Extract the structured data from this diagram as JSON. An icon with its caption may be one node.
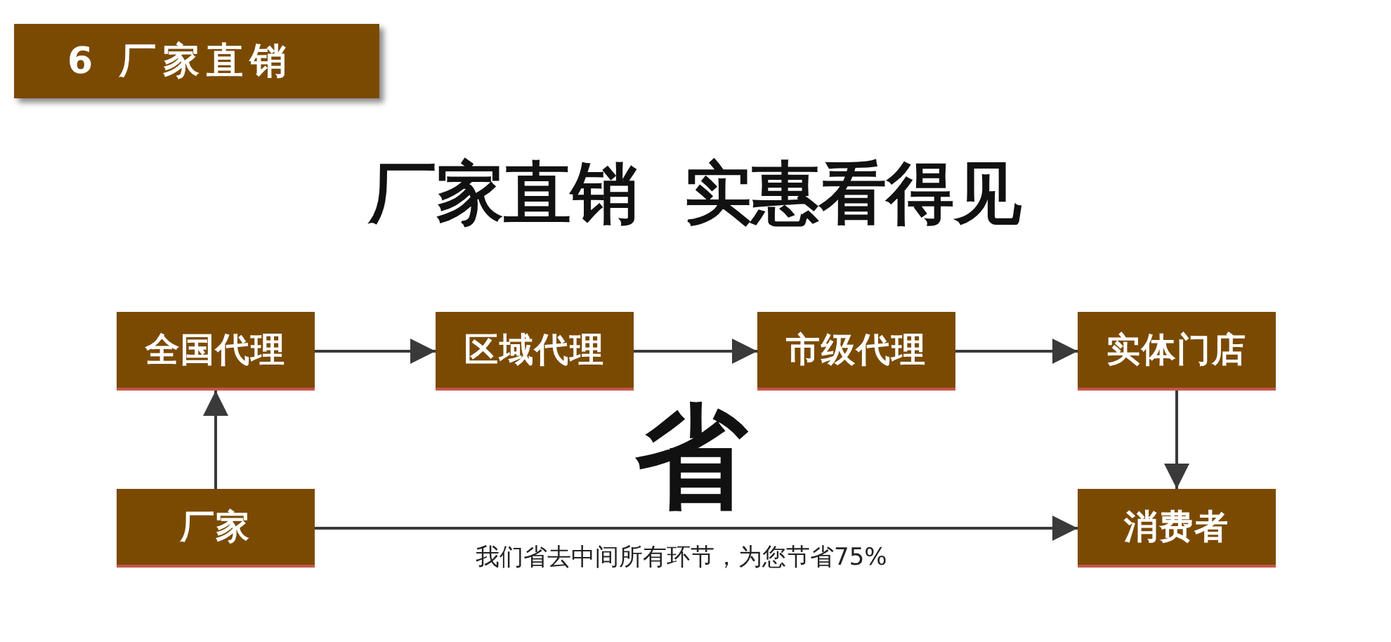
{
  "diagram": {
    "title": "厂家直销 实惠看得见",
    "nodes": [
      {
        "text": [
          "全国代理"
        ]
      },
      {
        "text": [
          "区域代理"
        ]
      },
      {
        "text": [
          "市级代理"
        ]
      },
      {
        "text": [
          "实体门店"
        ]
      },
      {
        "text": [
          "厂家"
        ]
      },
      {
        "text": [
          "消费者"
        ]
      }
    ],
    "edges": [
      {
        "from": 4,
        "to": 0,
        "arrow": "to"
      },
      {
        "from": 0,
        "to": 1,
        "arrow": "to"
      },
      {
        "from": 1,
        "to": 2,
        "arrow": "to"
      },
      {
        "from": 2,
        "to": 3,
        "arrow": "to"
      },
      {
        "from": 3,
        "to": 5,
        "arrow": "to"
      },
      {
        "from": 4,
        "to": 5,
        "arrow": "to",
        "label": "我们省去中间所有环节，为您节省75%"
      }
    ],
    "labels": [
      "6 厂家直销",
      "省"
    ]
  }
}
